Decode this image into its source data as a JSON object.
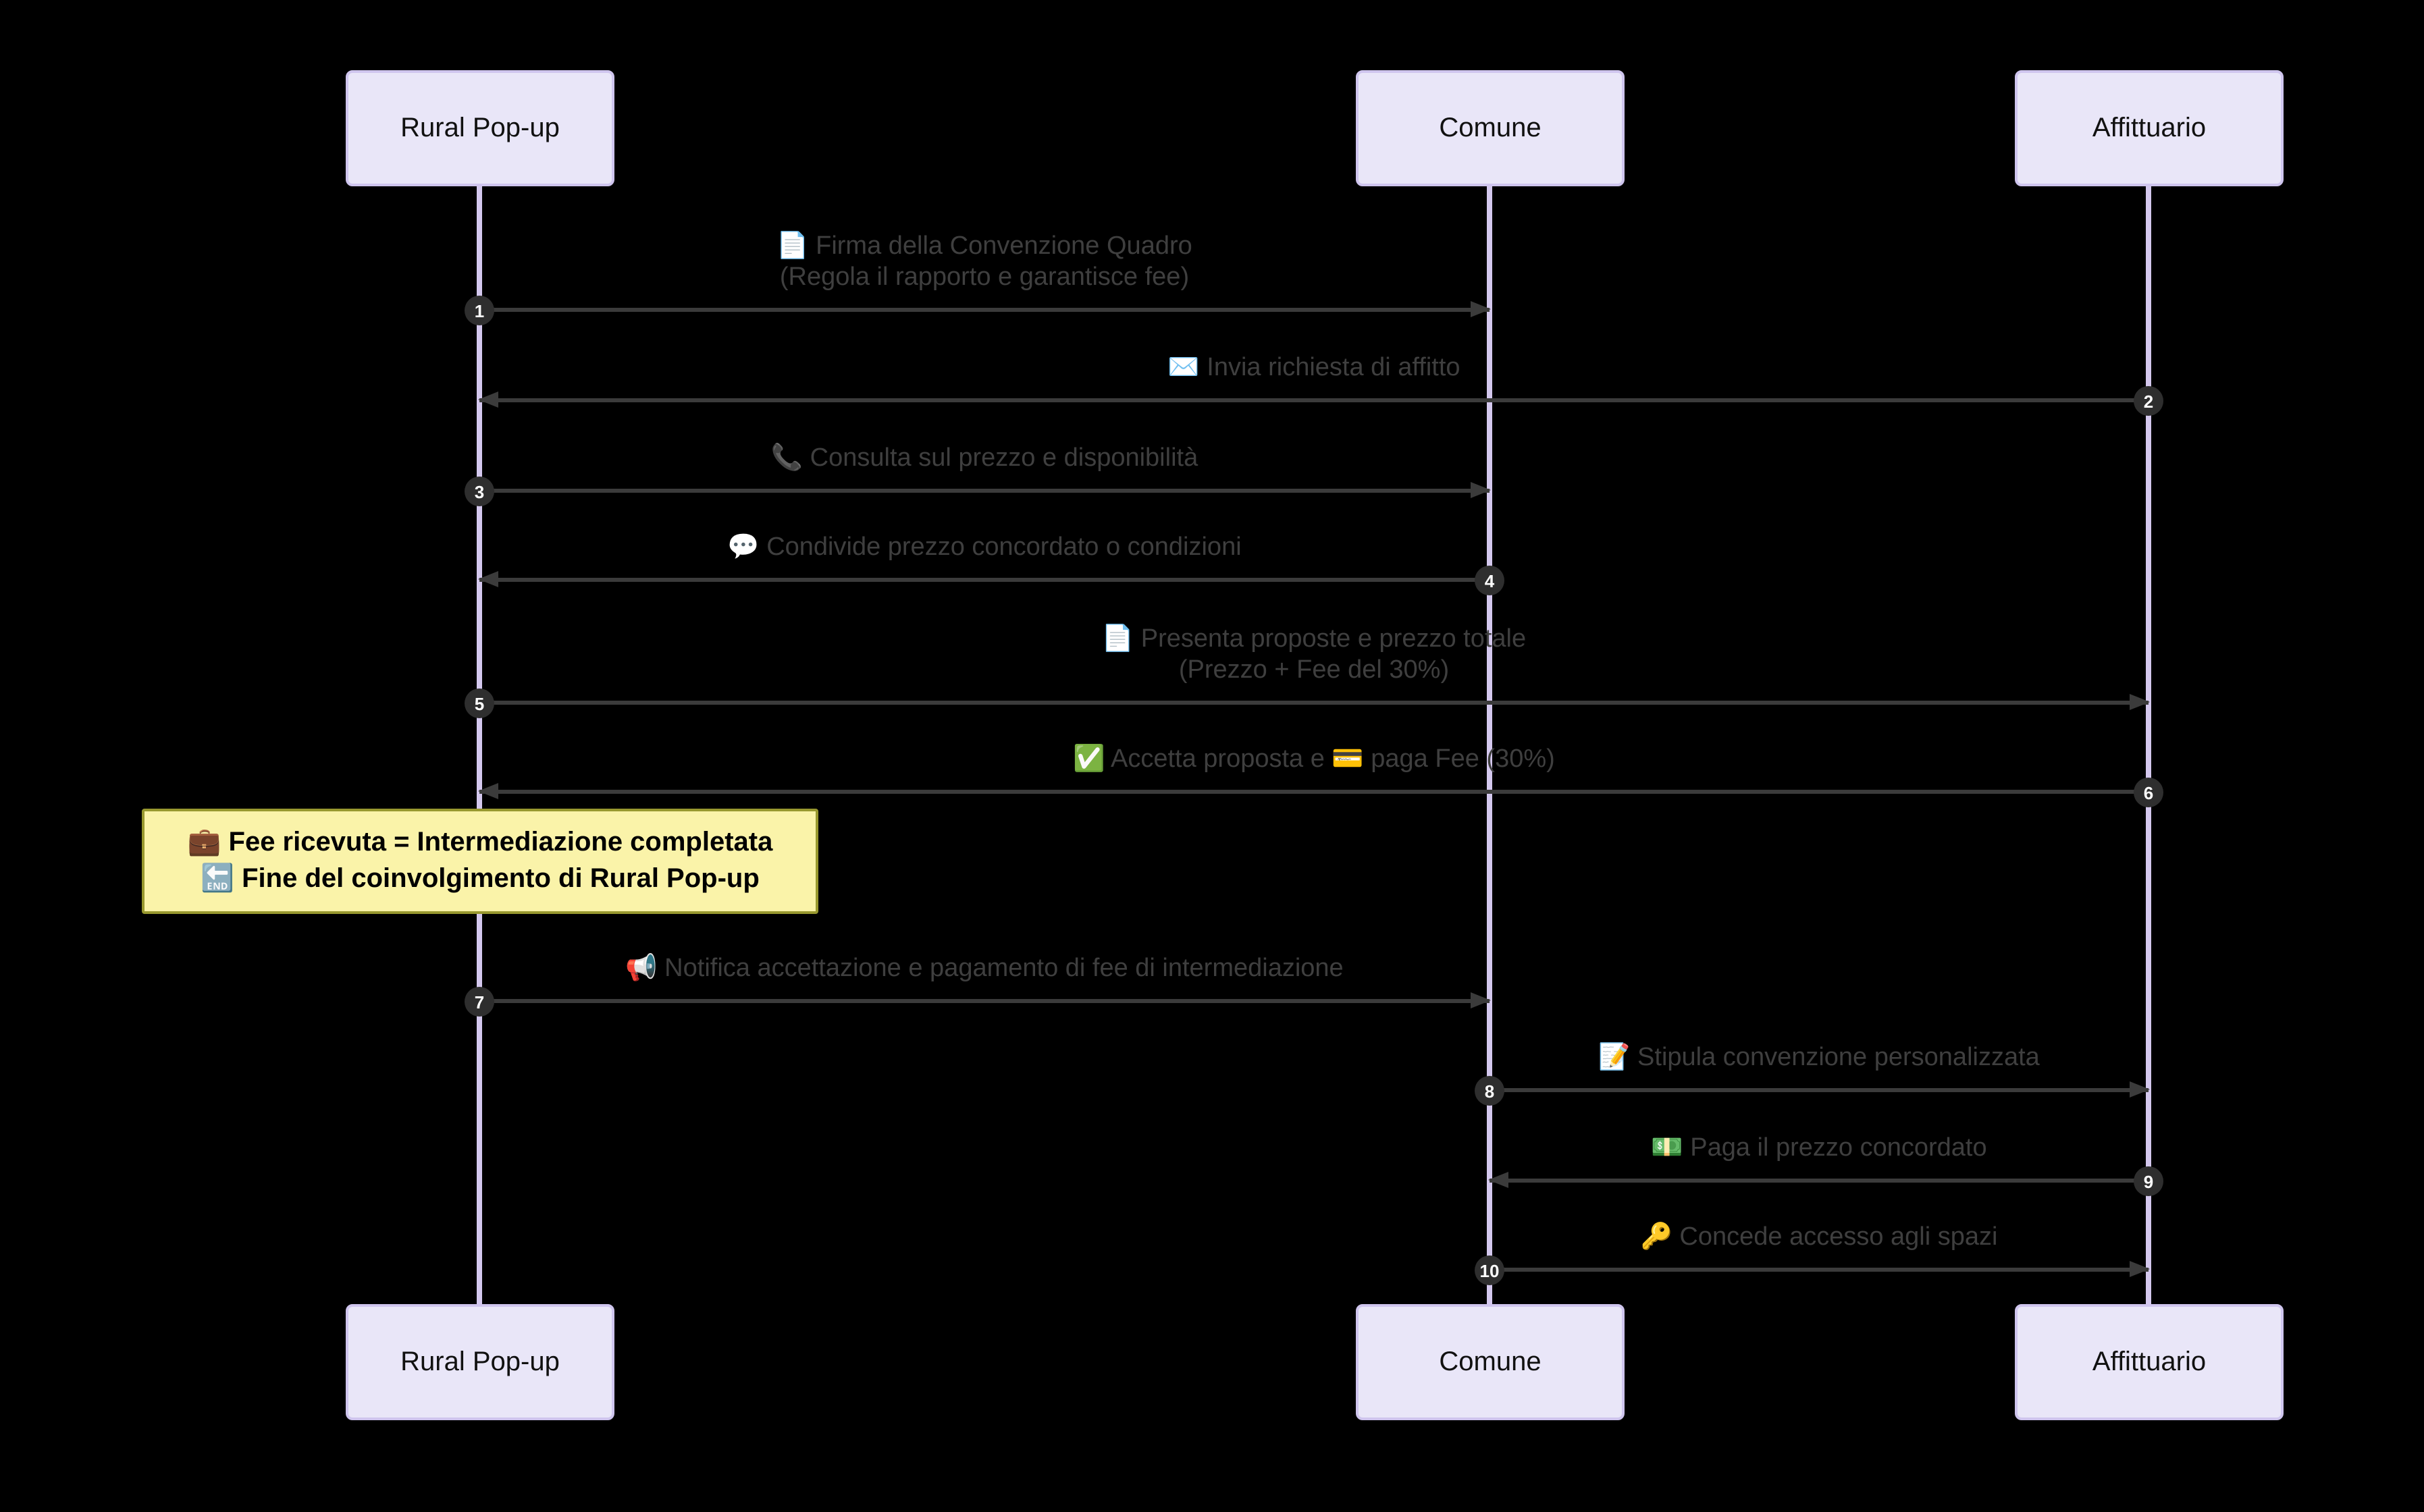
{
  "diagram": {
    "type": "sequence-diagram",
    "background_color": "#000000",
    "actors": [
      {
        "name": "Rural Pop-up"
      },
      {
        "name": "Comune"
      },
      {
        "name": "Affittuario"
      }
    ],
    "messages": [
      {
        "num": "1",
        "from": "Rural Pop-up",
        "to": "Comune",
        "line1": "📄 Firma della Convenzione Quadro",
        "line2": "(Regola il rapporto e garantisce fee)"
      },
      {
        "num": "2",
        "from": "Affittuario",
        "to": "Rural Pop-up",
        "line1": "✉️ Invia richiesta di affitto"
      },
      {
        "num": "3",
        "from": "Rural Pop-up",
        "to": "Comune",
        "line1": "📞 Consulta sul prezzo e disponibilità"
      },
      {
        "num": "4",
        "from": "Comune",
        "to": "Rural Pop-up",
        "line1": "💬 Condivide prezzo concordato o condizioni"
      },
      {
        "num": "5",
        "from": "Rural Pop-up",
        "to": "Affittuario",
        "line1": "📄 Presenta proposte e prezzo totale",
        "line2": "(Prezzo + Fee del 30%)"
      },
      {
        "num": "6",
        "from": "Affittuario",
        "to": "Rural Pop-up",
        "line1": "✅ Accetta proposta e 💳 paga Fee (30%)"
      },
      {
        "num": "7",
        "from": "Rural Pop-up",
        "to": "Comune",
        "line1": "📢 Notifica accettazione e pagamento di fee di intermediazione"
      },
      {
        "num": "8",
        "from": "Comune",
        "to": "Affittuario",
        "line1": "📝 Stipula convenzione personalizzata"
      },
      {
        "num": "9",
        "from": "Affittuario",
        "to": "Comune",
        "line1": "💵 Paga il prezzo concordato"
      },
      {
        "num": "10",
        "from": "Comune",
        "to": "Affittuario",
        "line1": "🔑 Concede accesso agli spazi"
      }
    ],
    "note": {
      "over": "Rural Pop-up",
      "line1": "💼 Fee ricevuta = Intermediazione completata",
      "line2": "🔚 Fine del coinvolgimento di Rural Pop-up"
    },
    "colors": {
      "actor_fill": "#E9E6F8",
      "actor_border": "#CFC5EE",
      "actor_text": "#111111",
      "lifeline": "#D4C8EE",
      "arrow": "#3B3B3B",
      "message_text": "#3F3F3F",
      "number_badge_fill": "#2E2E2E",
      "number_badge_text": "#FFFFFF",
      "note_fill": "#FAF3A9",
      "note_border": "#98982F",
      "note_text": "#000000"
    }
  }
}
